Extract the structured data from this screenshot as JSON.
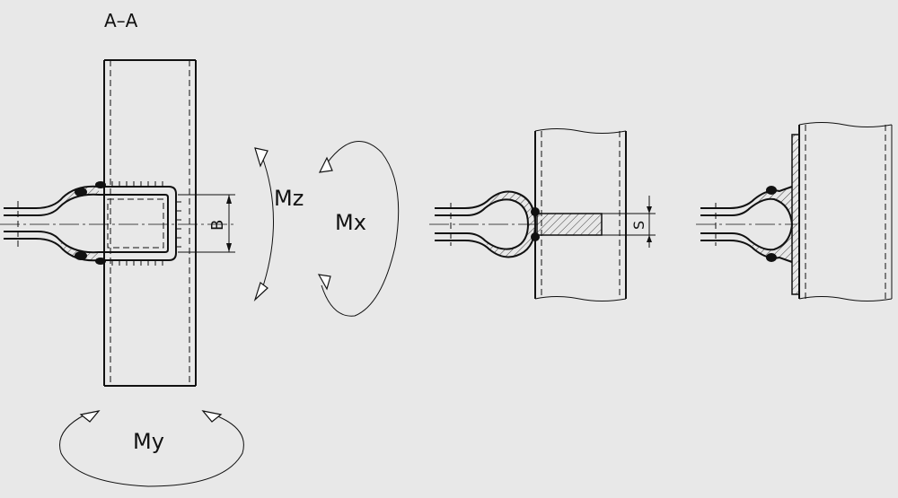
{
  "labels": {
    "section": "A–A",
    "mz": "Mz",
    "mx": "Mx",
    "my": "My",
    "b": "B",
    "s": "S"
  },
  "colors": {
    "background": "#e8e8e8",
    "line": "#111111"
  }
}
